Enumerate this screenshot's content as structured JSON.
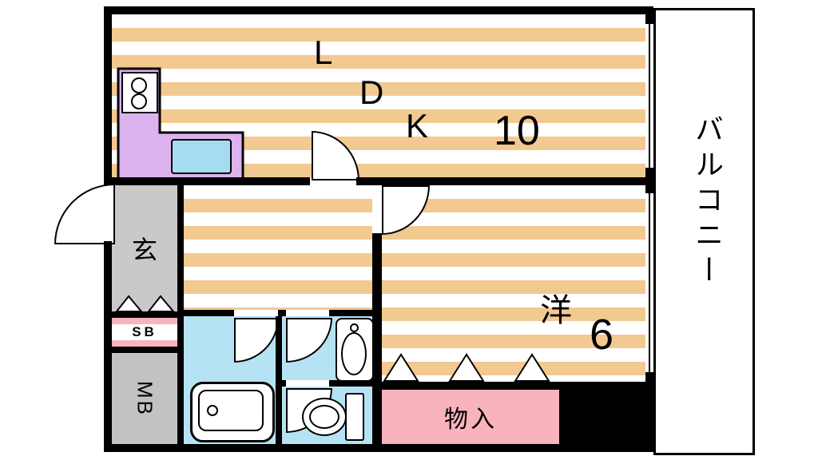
{
  "rooms": {
    "ldk": {
      "letter_l": "L",
      "letter_d": "D",
      "letter_k": "K",
      "size": "10"
    },
    "western": {
      "label": "洋",
      "size": "6"
    },
    "balcony": {
      "label": "バルコニー"
    },
    "entrance": {
      "label": "玄"
    },
    "shoe_box": {
      "label": "SB"
    },
    "meter_box": {
      "label": "MB"
    },
    "storage": {
      "label": "物入"
    }
  },
  "colors": {
    "wall": "#000000",
    "floor_stripe": "#f2c991",
    "entrance_gray": "#c9c9c9",
    "water_blue": "#b6e3f4",
    "kitchen_counter_purple": "#dcb3ee",
    "kitchen_sink_blue": "#a5dcf2",
    "accent_pink": "#f8b3bc"
  }
}
